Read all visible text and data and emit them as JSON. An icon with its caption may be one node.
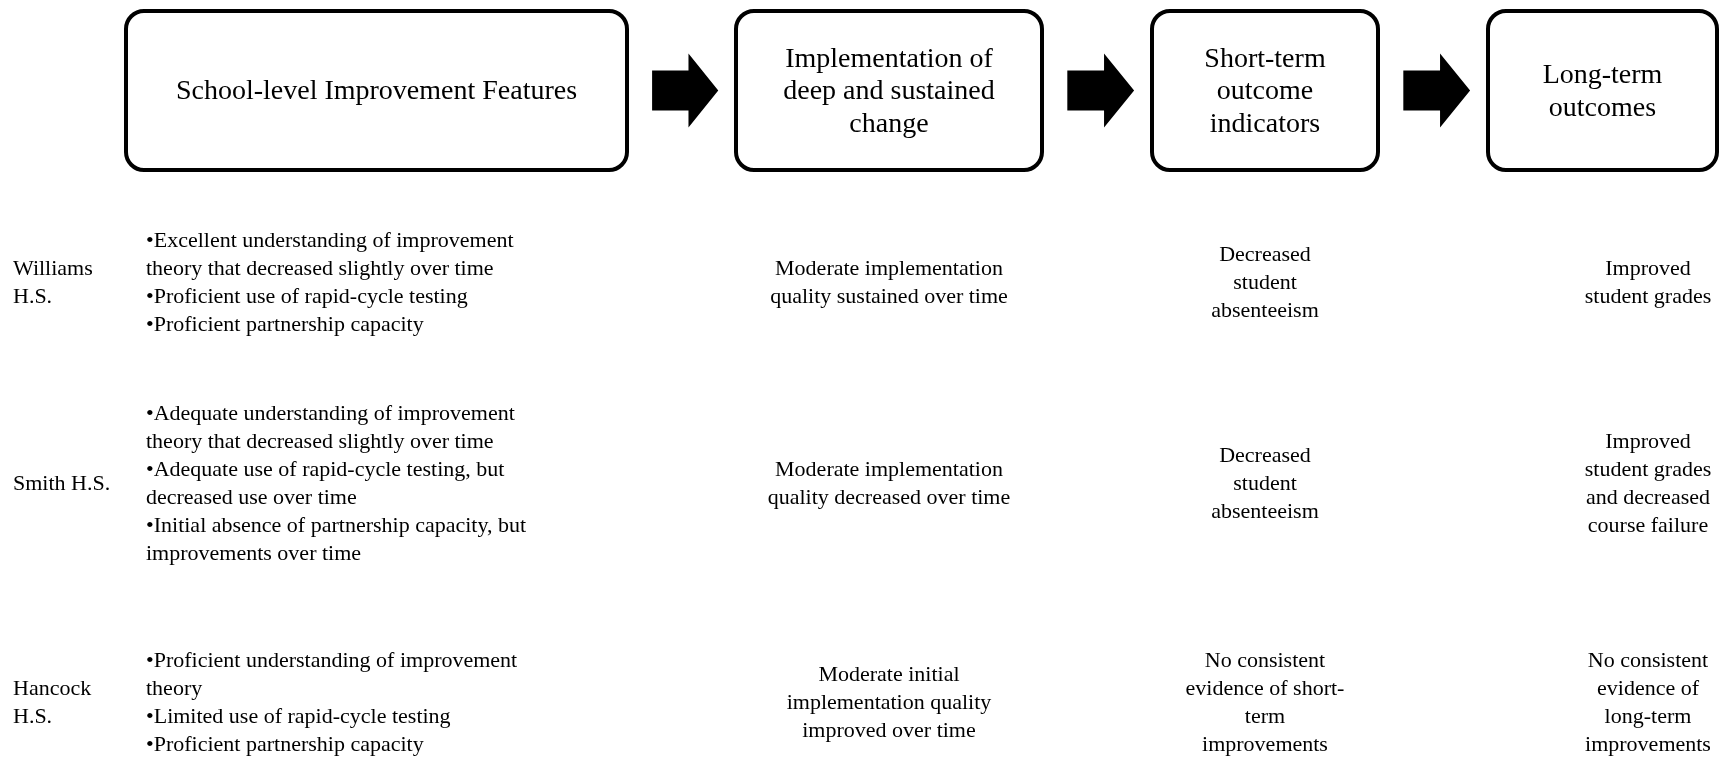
{
  "diagram": {
    "nodes": [
      {
        "text": [
          "School-level Improvement Features"
        ]
      },
      {
        "text": [
          "Implementation of deep and sustained change"
        ]
      },
      {
        "text": [
          "Short-term outcome indicators"
        ]
      },
      {
        "text": [
          "Long-term outcomes"
        ]
      }
    ],
    "edges": [
      {
        "from": 0,
        "to": 1,
        "arrow": "to",
        "style": "thick"
      },
      {
        "from": 1,
        "to": 2,
        "arrow": "to",
        "style": "thick"
      },
      {
        "from": 2,
        "to": 3,
        "arrow": "to",
        "style": "thick"
      }
    ],
    "labels": [
      "Williams H.S.",
      "•Excellent understanding of improvement theory that decreased slightly over time",
      "•Proficient use of rapid-cycle testing",
      "•Proficient partnership capacity",
      "Moderate implementation quality sustained over time",
      "Decreased student absenteeism",
      "Improved student grades",
      "Smith H.S.",
      "•Adequate understanding of improvement theory that decreased slightly over time",
      "•Adequate use of rapid-cycle testing, but decreased use over time",
      "•Initial absence of partnership capacity, but improvements over time",
      "Moderate implementation quality decreased over time",
      "Decreased student absenteeism",
      "Improved student grades and decreased course failure",
      "Hancock H.S.",
      "•Proficient understanding of improvement theory",
      "•Limited use of rapid-cycle testing",
      "•Proficient partnership capacity",
      "Moderate initial implementation quality improved over time",
      "No consistent evidence of short-term improvements",
      "No consistent evidence of long-term improvements"
    ]
  }
}
